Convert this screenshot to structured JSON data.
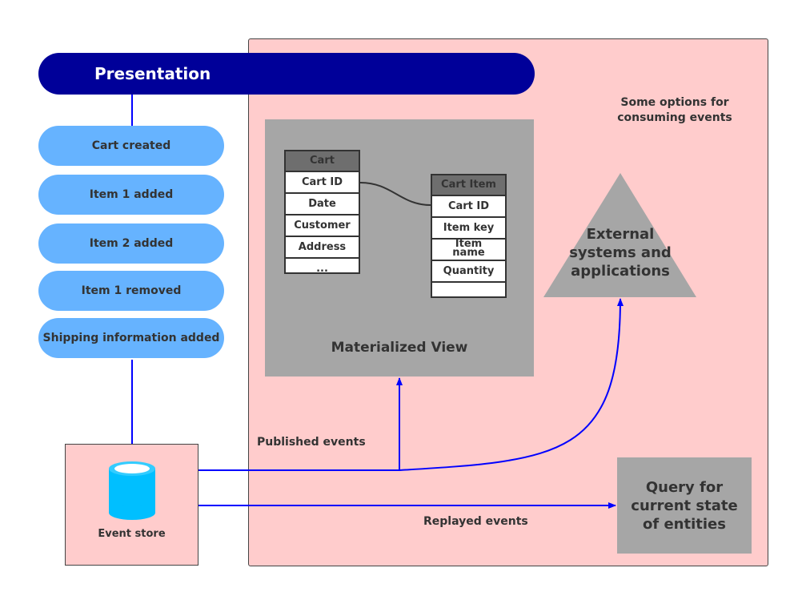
{
  "presentation": {
    "label": "Presentation"
  },
  "events": [
    "Cart created",
    "Item 1 added",
    "Item 2 added",
    "Item 1 removed",
    "Shipping information added"
  ],
  "consume_region": {
    "title_line1": "Some options for",
    "title_line2": "consuming events"
  },
  "materialized_view": {
    "label": "Materialized View",
    "cart_table": {
      "header": "Cart",
      "rows": [
        "Cart ID",
        "Date",
        "Customer",
        "Address",
        "..."
      ]
    },
    "cart_item_table": {
      "header": "Cart Item",
      "rows": [
        "Cart ID",
        "Item key",
        "Item name",
        "Quantity",
        ""
      ]
    }
  },
  "external": {
    "line1": "External",
    "line2": "systems and",
    "line3": "applications"
  },
  "query": {
    "line1": "Query for",
    "line2": "current state",
    "line3": "of entities"
  },
  "event_store": {
    "label": "Event store"
  },
  "edges": {
    "published": "Published events",
    "replayed": "Replayed events"
  },
  "colors": {
    "presentation": "#000099",
    "event_pill": "#66b3ff",
    "region": "#ffcccc",
    "gray_box": "#a6a6a6",
    "arrow": "#0000ff",
    "database": "#00bfff"
  }
}
